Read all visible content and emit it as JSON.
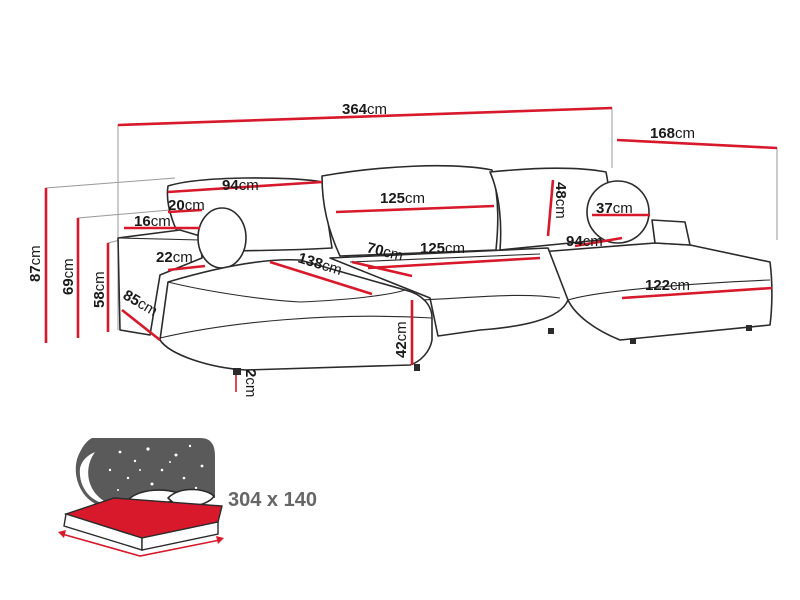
{
  "dimensions": {
    "total_width": {
      "value": "364",
      "unit": "cm"
    },
    "right_depth": {
      "value": "168",
      "unit": "cm"
    },
    "left_back_cushion": {
      "value": "94",
      "unit": "cm"
    },
    "center_back_cushion": {
      "value": "125",
      "unit": "cm"
    },
    "back_cushion_height": {
      "value": "48",
      "unit": "cm"
    },
    "bolster_pillow": {
      "value": "37",
      "unit": "cm"
    },
    "back_thickness": {
      "value": "20",
      "unit": "cm"
    },
    "arm_width": {
      "value": "16",
      "unit": "cm"
    },
    "total_height": {
      "value": "87",
      "unit": "cm"
    },
    "arm_height": {
      "value": "69",
      "unit": "cm"
    },
    "seat_height": {
      "value": "58",
      "unit": "cm"
    },
    "arm_depth": {
      "value": "22",
      "unit": "cm"
    },
    "left_chaise_length": {
      "value": "138",
      "unit": "cm"
    },
    "middle_seat_depth": {
      "value": "70",
      "unit": "cm"
    },
    "middle_seat_width": {
      "value": "125",
      "unit": "cm"
    },
    "right_chaise_width": {
      "value": "94",
      "unit": "cm"
    },
    "left_chaise_width": {
      "value": "85",
      "unit": "cm"
    },
    "chaise_front_height": {
      "value": "42",
      "unit": "cm"
    },
    "right_chaise_length": {
      "value": "122",
      "unit": "cm"
    },
    "leg_height": {
      "value": "2",
      "unit": "cm"
    }
  },
  "bed": {
    "size_label": "304 x 140"
  },
  "colors": {
    "accent": "#d7192b",
    "outline": "#2b2b2b",
    "guide": "#9a9a9a",
    "night": "#5a5a5a"
  }
}
